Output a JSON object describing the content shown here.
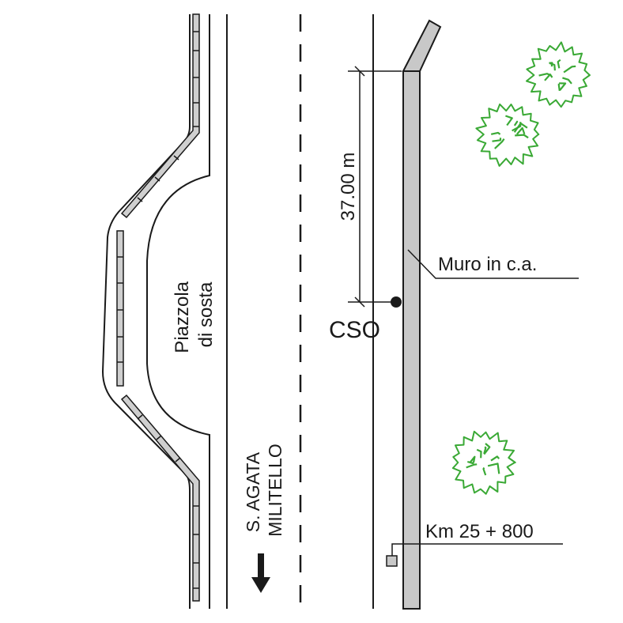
{
  "labels": {
    "dimension": "37.00 m",
    "wall": "Muro in c.a.",
    "monitoring_point": "CSO",
    "layby_line1": "Piazzola",
    "layby_line2": "di sosta",
    "direction_line1": "S. AGATA",
    "direction_line2": "MILITELLO",
    "chainage": "Km 25 + 800"
  },
  "colors": {
    "line": "#1a1a1a",
    "wall_fill": "#c8c8c8",
    "barrier_fill": "#cfcfcf",
    "tree": "#3aa935"
  },
  "icons": {
    "tree": "tree-icon",
    "arrow": "arrow-down-icon",
    "point": "point-marker-icon"
  }
}
